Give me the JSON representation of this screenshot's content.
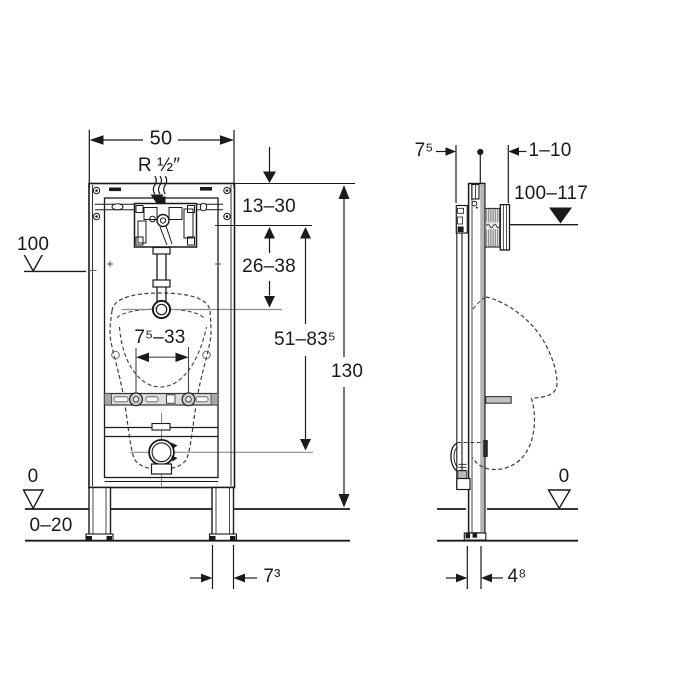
{
  "front_view": {
    "width_dim": "50",
    "water_supply": "R ½″",
    "wall_datum": "100",
    "top_offset_dim": "13–30",
    "inlet_span_dim": "26–38",
    "inlet_height_dim": "51–83⁵",
    "height_dim": "130",
    "bolt_spacing_dim": "7⁵–33",
    "floor_datum": "0",
    "screed_dim": "0–20",
    "leg_width_dim": "7³"
  },
  "side_view": {
    "profile_depth_dim": "7⁵",
    "wall_gap_dim": "1–10",
    "outlet_height_dim": "100–117",
    "floor_datum": "0",
    "foot_depth_dim": "4⁸"
  },
  "colors": {
    "line": "#1a1a1a",
    "helper_line": "#8c8c8c",
    "hatch_fill": "#e3e3e3",
    "shade_gray": "#b5b5b5",
    "rail_gray": "#dcdcdc",
    "background": "#ffffff"
  }
}
